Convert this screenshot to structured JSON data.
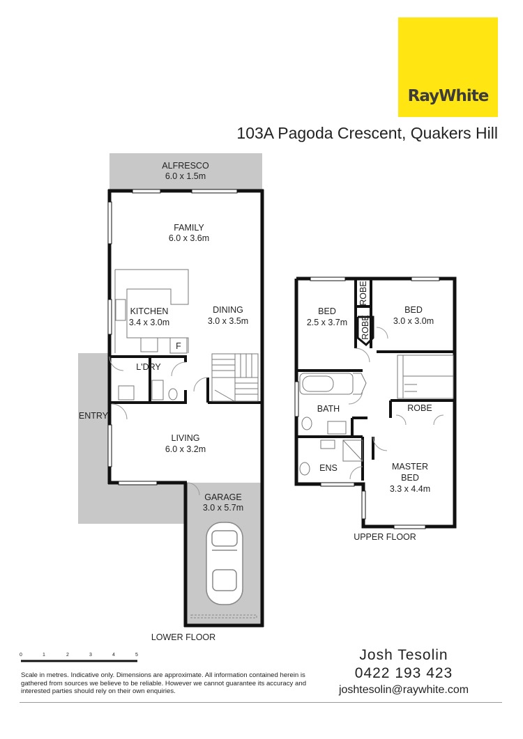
{
  "logo": {
    "text": "RayWhite",
    "brand_color": "#ffe512",
    "text_color": "#3c3c3c"
  },
  "address": "103A Pagoda Crescent, Quakers Hill",
  "lower_floor": {
    "label": "LOWER FLOOR",
    "rooms": {
      "alfresco": {
        "name": "ALFRESCO",
        "size": "6.0 x 1.5m"
      },
      "family": {
        "name": "FAMILY",
        "size": "6.0 x 3.6m"
      },
      "kitchen": {
        "name": "KITCHEN",
        "size": "3.4 x 3.0m"
      },
      "dining": {
        "name": "DINING",
        "size": "3.0 x 3.5m"
      },
      "laundry": {
        "name": "L'DRY"
      },
      "fridge": {
        "name": "F"
      },
      "entry": {
        "name": "ENTRY"
      },
      "living": {
        "name": "LIVING",
        "size": "6.0 x 3.2m"
      },
      "garage": {
        "name": "GARAGE",
        "size": "3.0 x 5.7m"
      }
    }
  },
  "upper_floor": {
    "label": "UPPER FLOOR",
    "rooms": {
      "bed1": {
        "name": "BED",
        "size": "2.5 x 3.7m"
      },
      "bed2": {
        "name": "BED",
        "size": "3.0 x 3.0m"
      },
      "robe1": {
        "name": "ROBE"
      },
      "robe2": {
        "name": "ROBE"
      },
      "robe3": {
        "name": "ROBE"
      },
      "bath": {
        "name": "BATH"
      },
      "ens": {
        "name": "ENS"
      },
      "master_line1": {
        "name": "MASTER"
      },
      "master_line2": {
        "name": "BED",
        "size": "3.3 x 4.4m"
      }
    }
  },
  "scale": {
    "ticks": [
      "0",
      "1",
      "2",
      "3",
      "4",
      "5"
    ]
  },
  "disclaimer": "Scale in metres. Indicative only. Dimensions are approximate. All information contained herein is gathered from sources we believe to be reliable. However we cannot guarantee its accuracy and interested parties should rely on their own enquiries.",
  "contact": {
    "name": "Josh Tesolin",
    "phone": "0422 193 423",
    "email": "joshtesolin@raywhite.com"
  },
  "colors": {
    "wall": "#111111",
    "outdoor": "#c8c8c8",
    "background": "#ffffff"
  }
}
